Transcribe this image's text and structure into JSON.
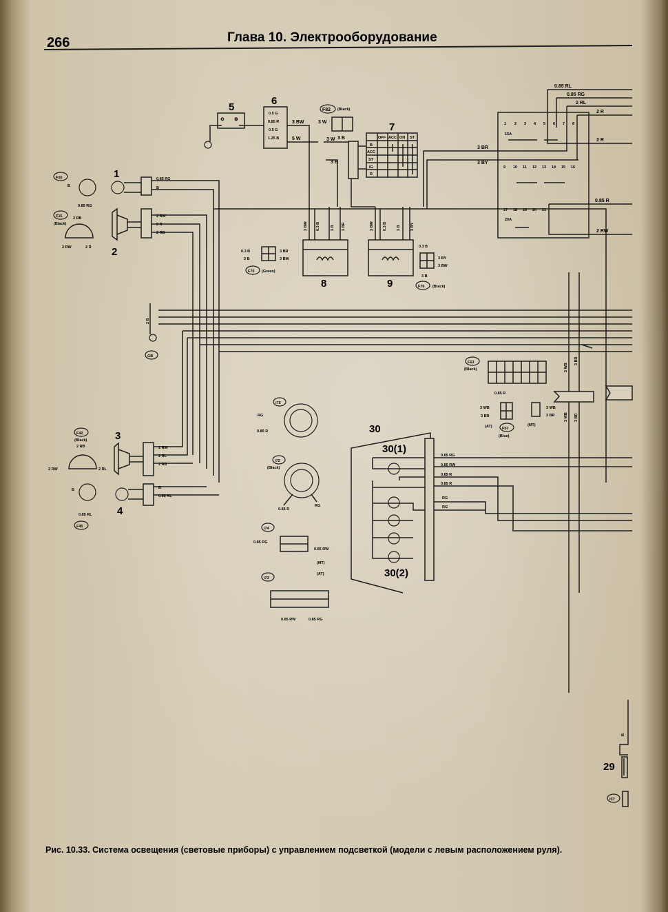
{
  "header": {
    "page_number": "266",
    "chapter_title": "Глава 10. Электрооборудование"
  },
  "components": {
    "c1": "1",
    "c2": "2",
    "c3": "3",
    "c4": "4",
    "c5": "5",
    "c6": "6",
    "c7": "7",
    "c8": "8",
    "c9": "9",
    "c29": "29",
    "c30": "30",
    "c30_1": "30(1)",
    "c30_2": "30(2)"
  },
  "connectors": {
    "f16": "F16",
    "f15": "F15",
    "f15_color": "(Black)",
    "f42": "F42",
    "f42_color": "(Black)",
    "f45": "F45",
    "f82": "F82",
    "f82_color": "(Black)",
    "f75": "F75",
    "f75_color": "(Green)",
    "f76": "F76",
    "f76_color": "(Black)",
    "f63": "F63",
    "f63_color": "(Black)",
    "f57": "F57",
    "f57_color": "(Blue)",
    "at": "(AT)",
    "mt": "(MT)",
    "i75": "i75",
    "i72": "i72",
    "i72_color": "(Black)",
    "i74": "i74",
    "i73": "i73",
    "gb": "GB",
    "i37": "i37",
    "i74_mt": "(MT)",
    "i73_at": "(AT)"
  },
  "fuse_block_6": [
    "0.5 G",
    "0.85 R",
    "0.5 G",
    "1.25 B"
  ],
  "ignition_switch": {
    "columns": [
      "OFF",
      "ACC",
      "ON",
      "ST"
    ],
    "rows": [
      "B",
      "ACC",
      "ST",
      "IG",
      "R"
    ]
  },
  "fuse_box": {
    "row1": [
      "1",
      "2",
      "3",
      "4",
      "5",
      "6",
      "7",
      "8"
    ],
    "row2": [
      "9",
      "10",
      "11",
      "12",
      "13",
      "14",
      "15",
      "16"
    ],
    "row3": [
      "17",
      "18",
      "19",
      "20",
      "21"
    ],
    "rating": "15A",
    "rating2": "20A"
  },
  "wires": {
    "w_3bw": "3 BW",
    "w_5w": "5 W",
    "w_3w_a": "3 W",
    "w_3w_b": "3 W",
    "w_3b_f82": "3 B",
    "w_3b_sw": "3 B",
    "r_085rl": "0.85 RL",
    "r_085rg": "0.85 RG",
    "r_2rl": "2 RL",
    "r_2r_a": "2 R",
    "r_2r_b": "2 R",
    "r_3br": "3 BR",
    "r_3by": "3 BY",
    "r_085r": "0.85 R",
    "r_2rw": "2 RW",
    "rel8": [
      "3 BW",
      "0.3 B",
      "3 B",
      "3 BR"
    ],
    "rel9": [
      "3 BW",
      "0.3 B",
      "3 B",
      "3 BY"
    ],
    "f75_l1": "0.3 B",
    "f75_l2": "3 B",
    "f75_r1": "3 BR",
    "f75_r2": "3 BW",
    "f76_t": "0.3 B",
    "f76_r1": "3 BY",
    "f76_r2": "3 BW",
    "f76_b": "3 B",
    "c1_a": "0.85 RG",
    "c1_b": "B",
    "f16_b": "B",
    "f16_rg": "0.85 RG",
    "f15_top": "2 RB",
    "f15_l": "2 RW",
    "f15_r": "2 R",
    "c2_a": "2 RW",
    "c2_b": "2 R",
    "c2_c": "2 RB",
    "gb_2b": "2 B",
    "c3_a": "2 RW",
    "c3_b": "2 RL",
    "c3_c": "2 RB",
    "f42_top": "2 RB",
    "f42_l": "2 RW",
    "f42_r": "2 RL",
    "c4_a": "B",
    "c4_b": "0.85 RL",
    "f45_b": "B",
    "f45_rl": "0.85 RL",
    "i75_rg": "RG",
    "i75_r": "0.85 R",
    "i72_r": "0.85 R",
    "i72_rg": "RG",
    "i74_rg": "0.85 RG",
    "i74_rw": "0.85 RW",
    "i73_rw": "0.85 RW",
    "i73_rg": "0.85 RG",
    "c30_1": "0.85 RG",
    "c30_2": "0.85 RW",
    "c30_3": "0.85 R",
    "c30_4": "0.85 R",
    "c30_5": "RG",
    "c30_6": "RG",
    "f63_r": "0.85 R",
    "f57_wb": "3 WB",
    "f57_br": "3 BR",
    "mt_wb": "3 WB",
    "mt_br": "3 BR",
    "v_3wb": "3 WB",
    "v_3br": "3 BR",
    "v_3wb2": "3 WB",
    "v_3br2": "3 BR",
    "c29_b": "B"
  },
  "caption": "Рис. 10.33. Система освещения (световые приборы) с управлением подсветкой (модели с левым расположением руля)."
}
